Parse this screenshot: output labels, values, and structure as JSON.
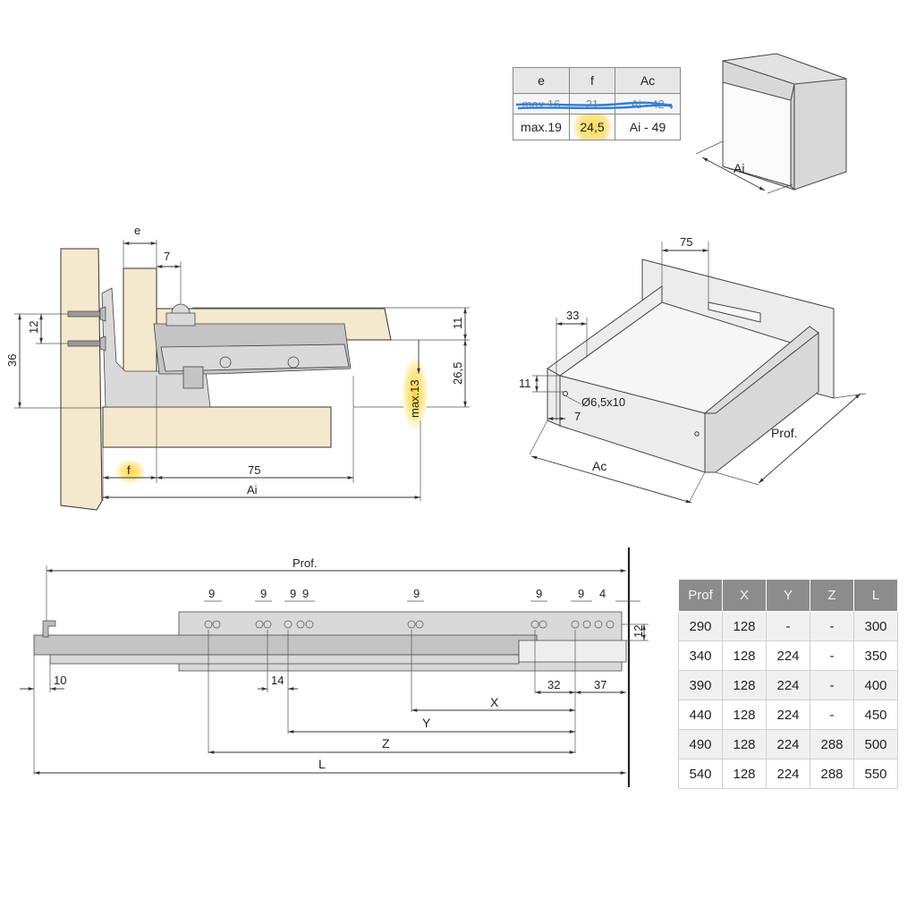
{
  "small_table": {
    "headers": [
      "e",
      "f",
      "Ac"
    ],
    "struck_row": [
      "max.16",
      "21",
      "Ai - 42"
    ],
    "row": [
      "max.19",
      "24,5",
      "Ai - 49"
    ]
  },
  "cube_label": "Ai",
  "section": {
    "labels": {
      "e": "e",
      "seven": "7",
      "twelve": "12",
      "thirtysix": "36",
      "eleven": "11",
      "twentysix": "26,5",
      "max13": "max.13",
      "f": "f",
      "seventyfive": "75",
      "ai": "Ai"
    }
  },
  "drawer": {
    "labels": {
      "seventyfive": "75",
      "thirtythree": "33",
      "eleven": "11",
      "hole": "Ø6,5x10",
      "seven": "7",
      "ac": "Ac",
      "prof": "Prof."
    }
  },
  "rail": {
    "labels": {
      "prof": "Prof.",
      "nines": [
        "9",
        "9",
        "9",
        "9",
        "9",
        "9",
        "9"
      ],
      "four": "4",
      "twelve": "12",
      "ten": "10",
      "fourteen": "14",
      "thirtytwo": "32",
      "thirtyseven": "37",
      "x": "X",
      "y": "Y",
      "z": "Z",
      "l": "L"
    }
  },
  "dim_table": {
    "headers": [
      "Prof",
      "X",
      "Y",
      "Z",
      "L"
    ],
    "rows": [
      [
        "290",
        "128",
        "-",
        "-",
        "300"
      ],
      [
        "340",
        "128",
        "224",
        "-",
        "350"
      ],
      [
        "390",
        "128",
        "224",
        "-",
        "400"
      ],
      [
        "440",
        "128",
        "224",
        "-",
        "450"
      ],
      [
        "490",
        "128",
        "224",
        "288",
        "500"
      ],
      [
        "540",
        "128",
        "224",
        "288",
        "550"
      ]
    ]
  },
  "colors": {
    "wood": "#f4e9cc",
    "metal": "#d9d9d9",
    "highlight": "#fbe27a",
    "table_header": "#8c8c8c",
    "scribble": "#2f7fd6"
  }
}
